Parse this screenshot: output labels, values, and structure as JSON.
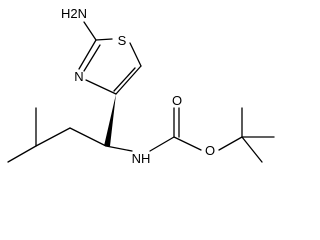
{
  "molecule": {
    "atoms": {
      "amino": "H2N",
      "sulfur": "S",
      "thiazole_nitrogen": "N",
      "carbamate_nitrogen": "NH",
      "carbonyl_oxygen": "O",
      "ester_oxygen": "O"
    }
  },
  "colors": {
    "ink": "#000000",
    "background": "#ffffff"
  }
}
